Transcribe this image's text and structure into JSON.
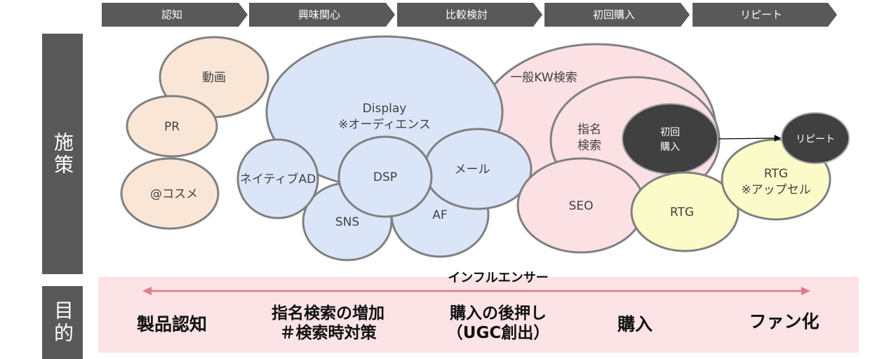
{
  "stages": [
    "認知",
    "興味関心",
    "比較検討",
    "初回購入",
    "リピート"
  ],
  "side_labels": {
    "measures": "施策",
    "purpose": "目的"
  },
  "bubbles": {
    "video": "動画",
    "pr": "PR",
    "cosme": "@コスメ",
    "display_line1": "Display",
    "display_line2": "※オーディエンス",
    "native_ad": "ネイティブAD",
    "dsp": "DSP",
    "mail": "メール",
    "sns": "SNS",
    "af": "AF",
    "general_kw": "一般KW検索",
    "named_search_line1": "指名",
    "named_search_line2": "検索",
    "first_purchase_line1": "初回",
    "first_purchase_line2": "購入",
    "repeat": "リピート",
    "seo": "SEO",
    "rtg": "RTG",
    "rtg_upsell_line1": "RTG",
    "rtg_upsell_line2": "※アップセル"
  },
  "influencer_label": "インフルエンサー",
  "purposes": [
    "製品認知",
    "指名検索の増加\n＃検索時対策",
    "購入の後押し\n（UGC創出）",
    "購入",
    "ファン化"
  ],
  "colors": {
    "stage_bg": "#595959",
    "peach": "#f9e6d6",
    "blue": "#dae5f8",
    "pink": "#fbe0e4",
    "yellow": "#fbfbc9",
    "dark": "#404040",
    "arrow": "#e07b8c"
  }
}
